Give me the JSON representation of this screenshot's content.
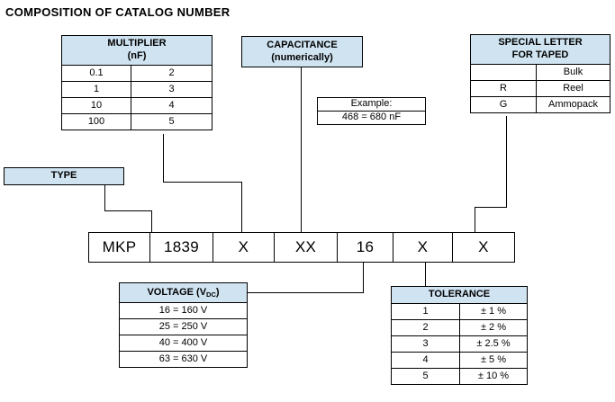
{
  "title": "COMPOSITION OF CATALOG NUMBER",
  "colors": {
    "header_fill": "#cfe3f1",
    "border": "#000000",
    "background": "#ffffff"
  },
  "multiplier_table": {
    "header_line1": "MULTIPLIER",
    "header_line2": "(nF)",
    "rows": [
      [
        "0.1",
        "2"
      ],
      [
        "1",
        "3"
      ],
      [
        "10",
        "4"
      ],
      [
        "100",
        "5"
      ]
    ]
  },
  "capacitance_box": {
    "line1": "CAPACITANCE",
    "line2": "(numerically)"
  },
  "example_box": {
    "line1": "Example:",
    "line2": "468 = 680 nF"
  },
  "special_letter_table": {
    "header_line1": "SPECIAL LETTER",
    "header_line2": "FOR TAPED",
    "rows": [
      [
        "",
        "Bulk"
      ],
      [
        "R",
        "Reel"
      ],
      [
        "G",
        "Ammopack"
      ]
    ]
  },
  "type_box": {
    "label": "TYPE"
  },
  "catalog_row": {
    "cells": [
      "MKP",
      "1839",
      "X",
      "XX",
      "16",
      "X",
      "X"
    ]
  },
  "voltage_table": {
    "header_prefix": "VOLTAGE (V",
    "header_sub": "DC",
    "header_suffix": ")",
    "rows": [
      "16 = 160 V",
      "25 = 250 V",
      "40 = 400 V",
      "63 = 630 V"
    ]
  },
  "tolerance_table": {
    "header": "TOLERANCE",
    "rows": [
      [
        "1",
        "± 1 %"
      ],
      [
        "2",
        "± 2 %"
      ],
      [
        "3",
        "± 2.5 %"
      ],
      [
        "4",
        "± 5 %"
      ],
      [
        "5",
        "± 10 %"
      ]
    ]
  }
}
